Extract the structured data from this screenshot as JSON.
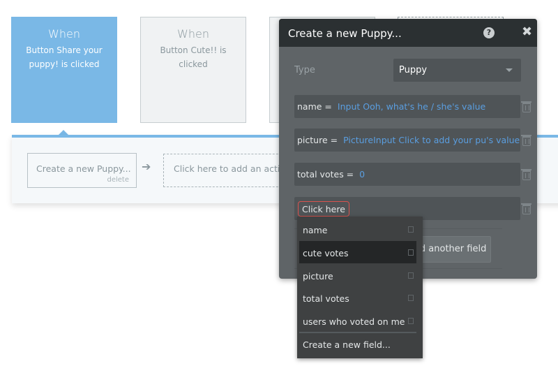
{
  "events": [
    {
      "heading": "When",
      "description": "Button Share your puppy! is clicked",
      "active": true
    },
    {
      "heading": "When",
      "description": "Button Cute!! is clicked",
      "active": false
    },
    {
      "heading": "",
      "description": "",
      "active": false
    }
  ],
  "workflow": {
    "action": {
      "title": "Create a new Puppy...",
      "delete_label": "delete"
    },
    "add_action_label": "Click here to add an action..."
  },
  "modal": {
    "title": "Create a new Puppy...",
    "help_icon": "?",
    "close_icon": "✖",
    "type_label": "Type",
    "type_value": "Puppy",
    "fields": [
      {
        "key": "name =",
        "value": "Input Ooh, what's he / she's value"
      },
      {
        "key": "picture =",
        "value": "PictureInput Click to add your pu's value"
      },
      {
        "key": "total votes =",
        "value": "0"
      }
    ],
    "new_field_placeholder": "Click here",
    "add_field_button": "Add another field"
  },
  "dropdown": {
    "items": [
      {
        "label": "name",
        "highlighted": false
      },
      {
        "label": "cute votes",
        "highlighted": true
      },
      {
        "label": "picture",
        "highlighted": false
      },
      {
        "label": "total votes",
        "highlighted": false
      },
      {
        "label": "users who voted on me",
        "highlighted": false
      }
    ],
    "create_label": "Create a new field..."
  },
  "colors": {
    "accent_blue": "#7ab8e6",
    "modal_header": "#2b3032",
    "modal_body": "#5f6467",
    "value_blue": "#5a9ee0",
    "highlight_border": "#d9534f"
  }
}
